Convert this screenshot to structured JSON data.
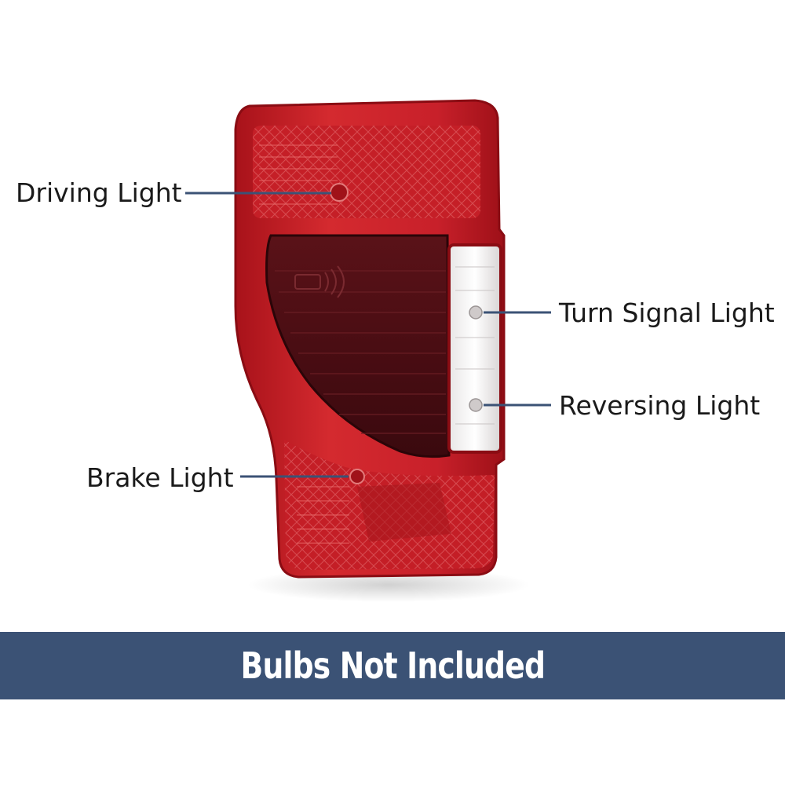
{
  "callouts": {
    "driving": "Driving Light",
    "turn_signal": "Turn Signal Light",
    "reversing": "Reversing Light",
    "brake": "Brake Light"
  },
  "banner": {
    "text": "Bulbs Not Included",
    "background": "#3b5275"
  },
  "colors": {
    "lens_red": "#d2232a",
    "smoked_lens": "#4a0f14",
    "callout_line": "#3b5275",
    "label_text": "#1a1a1a"
  },
  "icons": {
    "product": "tail-light-assembly"
  }
}
